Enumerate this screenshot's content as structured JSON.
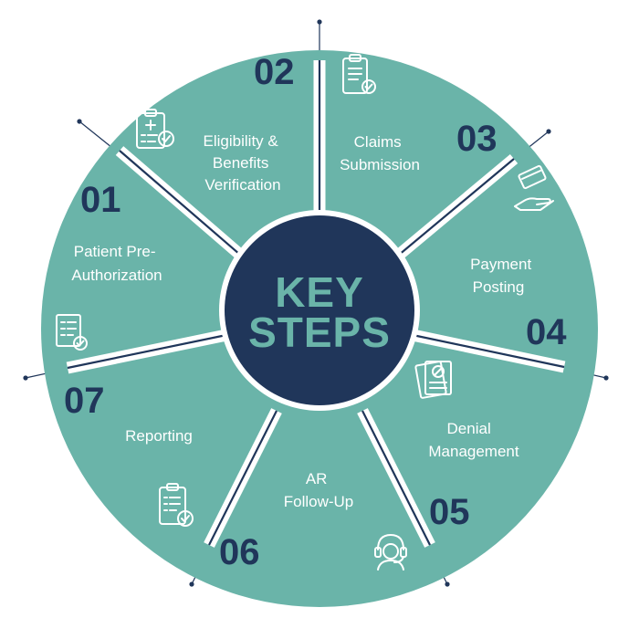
{
  "center": {
    "line1": "KEY",
    "line2": "STEPS"
  },
  "colors": {
    "teal": "#6ab4a9",
    "navy": "#20365a",
    "white": "#ffffff"
  },
  "steps": [
    {
      "number": "01",
      "label_lines": [
        "Patient Pre-",
        "Authorization"
      ],
      "icon": "document-checklist-icon"
    },
    {
      "number": "02",
      "label_lines": [
        "Eligibility &",
        "Benefits",
        "Verification"
      ],
      "icon": "medical-clipboard-icon"
    },
    {
      "number": "03",
      "label_lines": [
        "Claims",
        "Submission"
      ],
      "icon": "clipboard-check-icon"
    },
    {
      "number": "04",
      "label_lines": [
        "Payment",
        "Posting"
      ],
      "icon": "hand-card-icon"
    },
    {
      "number": "05",
      "label_lines": [
        "Denial",
        "Management"
      ],
      "icon": "denied-documents-icon"
    },
    {
      "number": "06",
      "label_lines": [
        "AR",
        "Follow-Up"
      ],
      "icon": "headset-agent-icon"
    },
    {
      "number": "07",
      "label_lines": [
        "Reporting"
      ],
      "icon": "report-clipboard-icon"
    }
  ]
}
